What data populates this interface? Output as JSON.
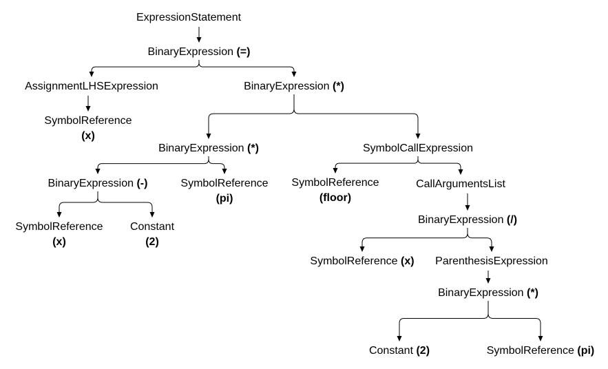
{
  "nodes": [
    {
      "id": "n1",
      "name": "ExpressionStatement"
    },
    {
      "id": "n2",
      "name": "BinaryExpression",
      "op": "(=)"
    },
    {
      "id": "n3",
      "name": "AssignmentLHSExpression"
    },
    {
      "id": "n4",
      "name": "SymbolReference",
      "op": "(x)"
    },
    {
      "id": "n5",
      "name": "BinaryExpression",
      "op": "(*)"
    },
    {
      "id": "n6",
      "name": "BinaryExpression",
      "op": "(*)"
    },
    {
      "id": "n7",
      "name": "SymbolCallExpression"
    },
    {
      "id": "n8",
      "name": "BinaryExpression",
      "op": "(-)"
    },
    {
      "id": "n9",
      "name": "SymbolReference",
      "op": "(pi)"
    },
    {
      "id": "n10",
      "name": "SymbolReference",
      "op": "(x)"
    },
    {
      "id": "n11",
      "name": "Constant",
      "op": "(2)"
    },
    {
      "id": "n12",
      "name": "SymbolReference",
      "op": "(floor)"
    },
    {
      "id": "n13",
      "name": "CallArgumentsList"
    },
    {
      "id": "n14",
      "name": "BinaryExpression",
      "op": "(/)"
    },
    {
      "id": "n15",
      "name": "SymbolReference",
      "op": "(x)"
    },
    {
      "id": "n16",
      "name": "ParenthesisExpression"
    },
    {
      "id": "n17",
      "name": "BinaryExpression",
      "op": "(*)"
    },
    {
      "id": "n18",
      "name": "Constant",
      "op": "(2)"
    },
    {
      "id": "n19",
      "name": "SymbolReference",
      "op": "(pi)"
    }
  ],
  "edges": [
    [
      "n1",
      "n2"
    ],
    [
      "n2",
      "n3"
    ],
    [
      "n2",
      "n5"
    ],
    [
      "n3",
      "n4"
    ],
    [
      "n5",
      "n6"
    ],
    [
      "n5",
      "n7"
    ],
    [
      "n6",
      "n8"
    ],
    [
      "n6",
      "n9"
    ],
    [
      "n8",
      "n10"
    ],
    [
      "n8",
      "n11"
    ],
    [
      "n7",
      "n12"
    ],
    [
      "n7",
      "n13"
    ],
    [
      "n13",
      "n14"
    ],
    [
      "n14",
      "n15"
    ],
    [
      "n14",
      "n16"
    ],
    [
      "n16",
      "n17"
    ],
    [
      "n17",
      "n18"
    ],
    [
      "n17",
      "n19"
    ]
  ]
}
